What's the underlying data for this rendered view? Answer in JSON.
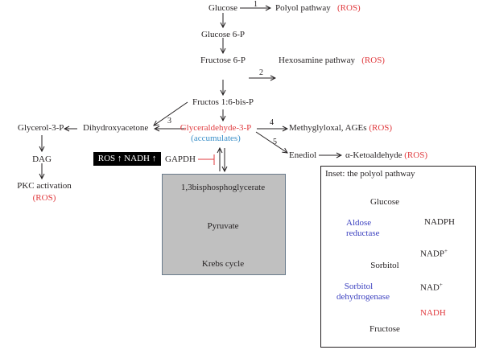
{
  "main": {
    "glucose": "Glucose",
    "glucose6p": "Glucose 6-P",
    "fructose6p": "Fructose 6-P",
    "fructos16bisp": "Fructos 1:6-bis-P",
    "g3p": "Glyceraldehyde-3-P",
    "accumulates": "(accumulates)",
    "dihydroxyacetone": "Dihydroxyacetone",
    "glycerol3p": "Glycerol-3-P",
    "dag": "DAG",
    "pkc": "PKC activation",
    "pkc_ros": "(ROS)",
    "polyol": "Polyol pathway",
    "polyol_ros": "(ROS)",
    "hexosamine": "Hexosamine pathway",
    "hexosamine_ros": "(ROS)",
    "methylglyoxal": "Methyglyloxal, AGEs",
    "methylglyoxal_ros": "(ROS)",
    "enediol": "Enediol",
    "ketoaldehyde": "α-Ketoaldehyde",
    "ketoaldehyde_ros": "(ROS)",
    "gapdh": "GAPDH",
    "ros_nadh_box": "ROS ↑ NADH ↑",
    "step_numbers": [
      "1",
      "2",
      "3",
      "4",
      "5"
    ]
  },
  "glycolysis_box": {
    "bpg": "1,3bisphosphoglycerate",
    "pyruvate": "Pyruvate",
    "krebs": "Krebs cycle"
  },
  "inset": {
    "title": "Inset: the polyol pathway",
    "glucose": "Glucose",
    "enzyme1_line1": "Aldose",
    "enzyme1_line2": "reductase",
    "nadph": "NADPH",
    "nadp": "NADP",
    "nadp_sup": "+",
    "sorbitol": "Sorbitol",
    "enzyme2_line1": "Sorbitol",
    "enzyme2_line2": "dehydrogenase",
    "nad": "NAD",
    "nad_sup": "+",
    "nadh": "NADH",
    "fructose": "Fructose"
  },
  "colors": {
    "ros_red": "#e03a3e",
    "accumulates_blue": "#3a8fc8",
    "enzyme_blue": "#3a3fbf",
    "curve_blue": "#5a7fa8",
    "glycolysis_gray": "#c0c0c0"
  }
}
